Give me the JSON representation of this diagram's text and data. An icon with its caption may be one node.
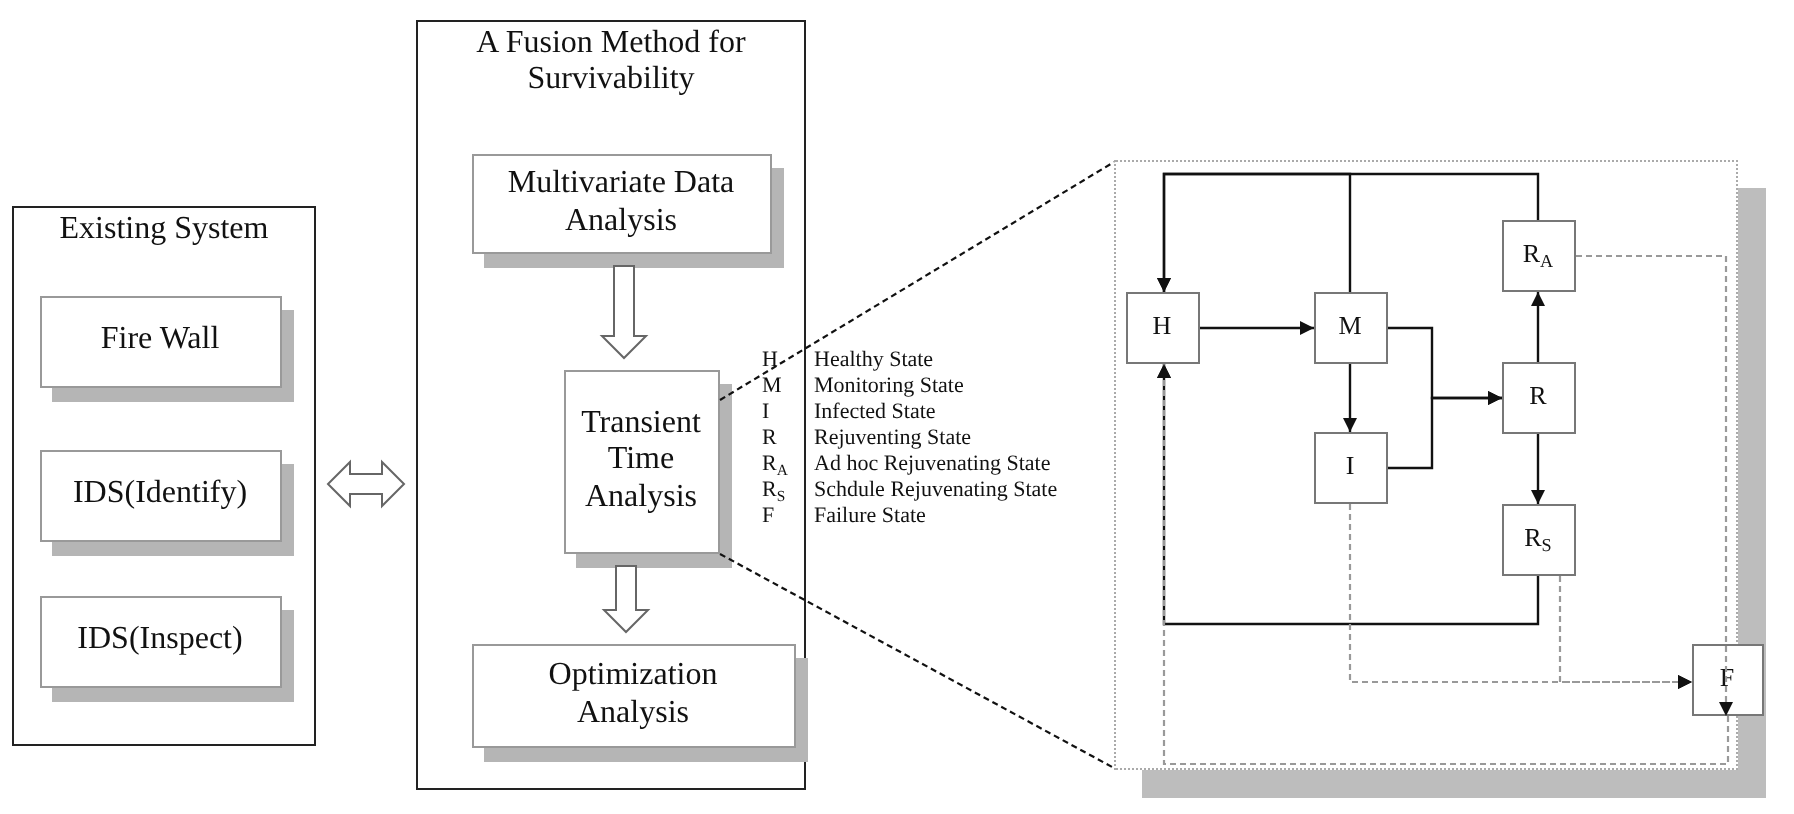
{
  "diagram": {
    "nodes": [
      {
        "text": [
          "Existing System"
        ]
      },
      {
        "text": [
          "Fire Wall"
        ],
        "in": 0
      },
      {
        "text": [
          "IDS(Identify)"
        ],
        "in": 0
      },
      {
        "text": [
          "IDS(Inspect)"
        ],
        "in": 0
      },
      {
        "text": [
          "A Fusion Method for Survivability"
        ]
      },
      {
        "text": [
          "Multivariate Data Analysis"
        ],
        "in": 4
      },
      {
        "text": [
          "Transient Time Analysis"
        ],
        "in": 4
      },
      {
        "text": [
          "Optimization Analysis"
        ],
        "in": 4
      },
      {
        "text": [],
        "shape": "box"
      },
      {
        "text": [
          "H"
        ],
        "in": 8
      },
      {
        "text": [
          "M"
        ],
        "in": 8
      },
      {
        "text": [
          "I"
        ],
        "in": 8
      },
      {
        "text": [
          "R$_{A}$"
        ],
        "in": 8
      },
      {
        "text": [
          "R"
        ],
        "in": 8
      },
      {
        "text": [
          "R$_{S}$"
        ],
        "in": 8
      },
      {
        "text": [
          "F"
        ],
        "in": 8
      }
    ],
    "edges": [
      {
        "from": 0,
        "to": 4,
        "arrow": "both",
        "style": "thick"
      },
      {
        "from": 5,
        "to": 6,
        "arrow": "to",
        "style": "thick"
      },
      {
        "from": 6,
        "to": 7,
        "arrow": "to",
        "style": "thick"
      },
      {
        "from": 6,
        "to": 8,
        "arrow": "none",
        "style": "dashed"
      },
      {
        "from": 6,
        "to": 8,
        "arrow": "none",
        "style": "dashed"
      },
      {
        "from": 9,
        "to": 10,
        "arrow": "to"
      },
      {
        "from": 10,
        "to": 9,
        "arrow": "to"
      },
      {
        "from": 12,
        "to": 9,
        "arrow": "to"
      },
      {
        "from": 10,
        "to": 11,
        "arrow": "to"
      },
      {
        "from": 10,
        "to": 13,
        "arrow": "to"
      },
      {
        "from": 11,
        "to": 13,
        "arrow": "to"
      },
      {
        "from": 13,
        "to": 12,
        "arrow": "to"
      },
      {
        "from": 13,
        "to": 14,
        "arrow": "to"
      },
      {
        "from": 14,
        "to": 9,
        "arrow": "to"
      },
      {
        "from": 12,
        "to": 15,
        "arrow": "to",
        "style": "dashed",
        "color": "#999999"
      },
      {
        "from": 11,
        "to": 15,
        "arrow": "to",
        "style": "dashed",
        "color": "#999999"
      },
      {
        "from": 14,
        "to": 15,
        "arrow": "to",
        "style": "dashed",
        "color": "#999999"
      },
      {
        "from": 15,
        "to": 9,
        "arrow": "to",
        "style": "dashed",
        "color": "#999999"
      }
    ],
    "labels": [
      "H",
      "Healthy State",
      "M",
      "Monitoring State",
      "I",
      "Infected State",
      "R",
      "Rejuventing State",
      "R$_{A}$",
      "Ad hoc Rejuvenating State",
      "R$_{S}$",
      "Schdule Rejuvenating State",
      "F",
      "Failure State"
    ]
  }
}
